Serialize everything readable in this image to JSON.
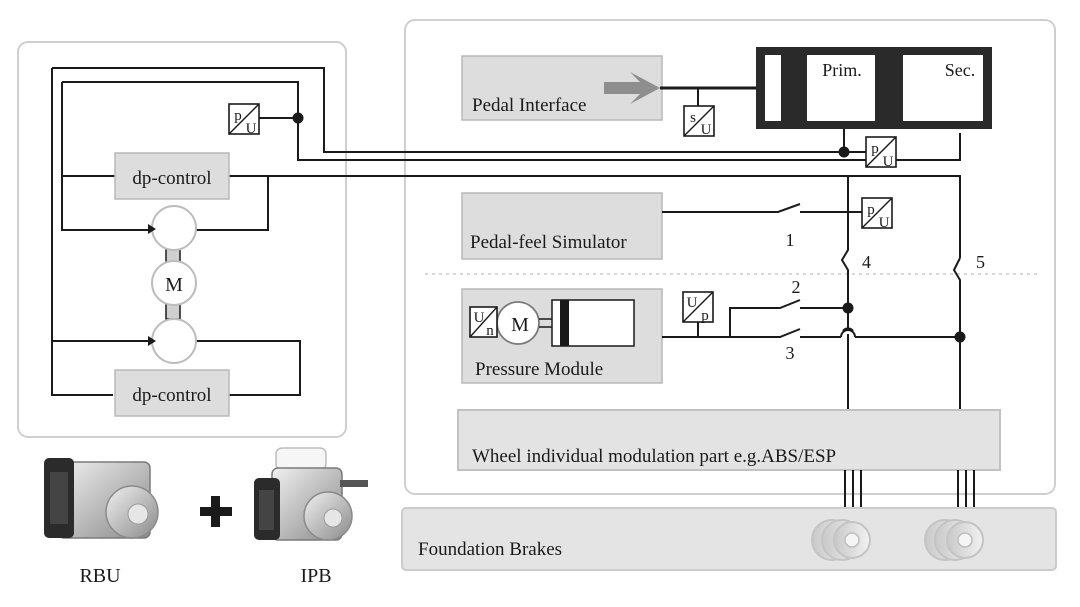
{
  "blocks": {
    "pedal_interface": "Pedal Interface",
    "pedal_feel_simulator": "Pedal-feel Simulator",
    "pressure_module": "Pressure Module",
    "wheel_modulation": "Wheel individual modulation part e.g.ABS/ESP",
    "foundation_brakes": "Foundation Brakes",
    "dp_control_top": "dp-control",
    "dp_control_bottom": "dp-control"
  },
  "master_cylinder": {
    "primary": "Prim.",
    "secondary": "Sec."
  },
  "motor_labels": {
    "rbu_motor": "M",
    "pressure_motor": "M"
  },
  "sensors": {
    "rbu_pu": {
      "top": "p",
      "bottom": "U"
    },
    "stroke": {
      "top": "s",
      "bottom": "U"
    },
    "master_pu": {
      "top": "p",
      "bottom": "U"
    },
    "sim_pu": {
      "top": "p",
      "bottom": "U"
    },
    "module_up": {
      "top": "U",
      "bottom": "p"
    },
    "motor_un": {
      "top": "U",
      "bottom": "n"
    }
  },
  "valves": {
    "v1": "1",
    "v2": "2",
    "v3": "3",
    "v4": "4",
    "v5": "5"
  },
  "products": {
    "rbu": "RBU",
    "plus": "+",
    "ipb": "IPB"
  }
}
